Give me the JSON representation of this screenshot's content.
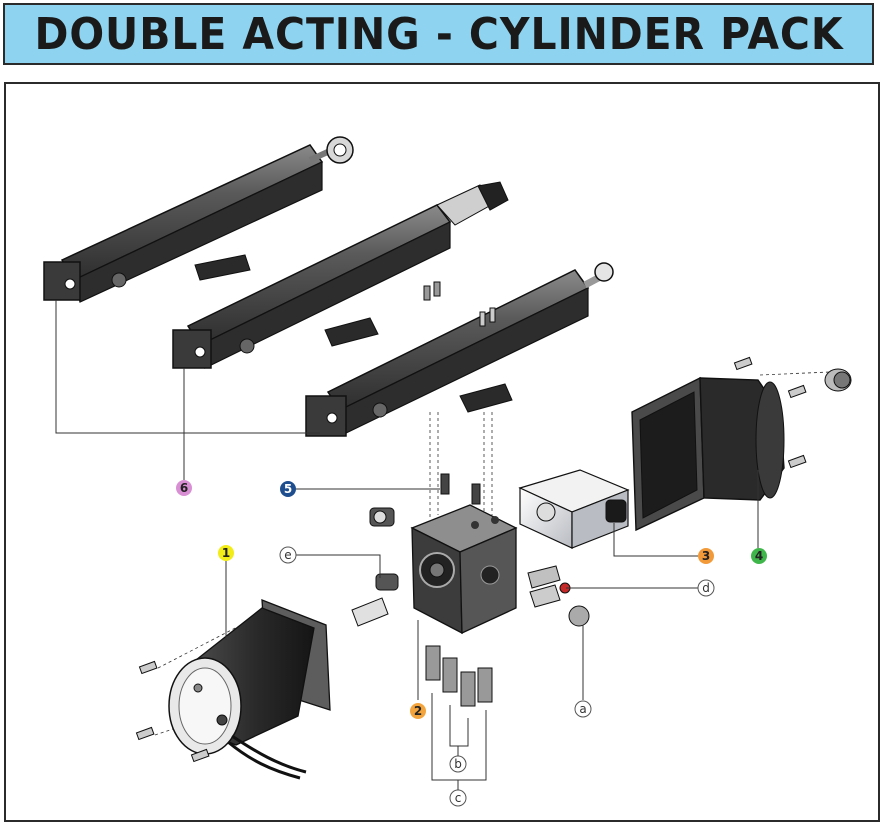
{
  "title": "DOUBLE ACTING - CYLINDER PACK",
  "callouts": {
    "n1": "1",
    "n2": "2",
    "n3": "3",
    "n4": "4",
    "n5": "5",
    "n6": "6",
    "la": "a",
    "lb": "b",
    "lc": "c",
    "ld": "d",
    "le": "e"
  },
  "colors": {
    "title_bg": "#8ed3ef",
    "n1": "#f2ec18",
    "n2": "#f4a43c",
    "n3": "#f29a3a",
    "n4": "#3fb64a",
    "n5": "#1f4e8f",
    "n6": "#d98fd3"
  }
}
